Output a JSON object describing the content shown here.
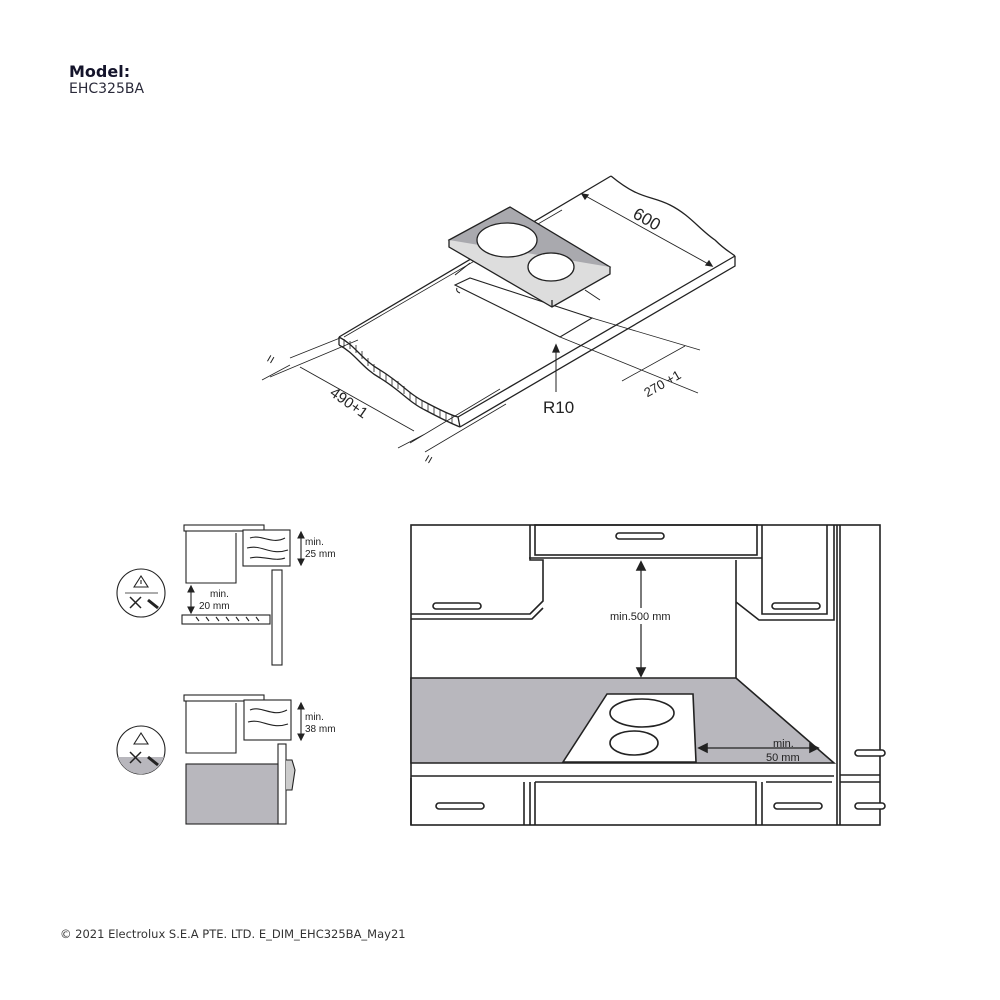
{
  "header": {
    "model_label": "Model:",
    "model_value": "EHC325BA"
  },
  "cutout_diagram": {
    "dim_width": "600",
    "dim_cutout_depth": "490+1",
    "dim_cutout_width": "270 +1",
    "dim_radius": "R10",
    "equal_mark": "="
  },
  "installation_detail_1": {
    "label_top": "min.",
    "value_top": "25 mm",
    "label_gap": "min.",
    "value_gap": "20 mm",
    "warning_icon": "warning-triangle-icon"
  },
  "installation_detail_2": {
    "label": "min.",
    "value": "38 mm",
    "warning_icon": "warning-triangle-icon"
  },
  "kitchen_diagram": {
    "clearance_above": "min.500 mm",
    "side_label": "min.",
    "side_value": "50 mm",
    "countertop_color": "#b8b7bd"
  },
  "footer": {
    "copyright": "© 2021 Electrolux S.E.A PTE. LTD.  E_DIM_EHC325BA_May21"
  }
}
